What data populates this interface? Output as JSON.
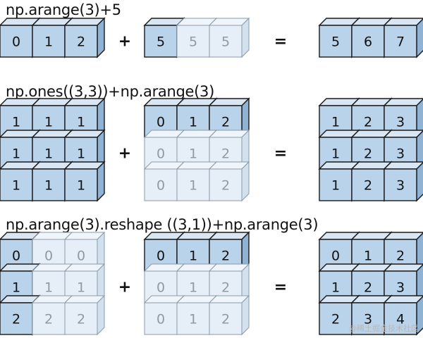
{
  "watermark": "@稀土掘金技术社区",
  "sections": [
    {
      "title": "np.arange(3)+5",
      "operator": "+",
      "equals": "=",
      "left": [
        [
          {
            "v": "0",
            "g": false
          },
          {
            "v": "1",
            "g": false
          },
          {
            "v": "2",
            "g": false
          }
        ]
      ],
      "middle": [
        [
          {
            "v": "5",
            "g": false
          },
          {
            "v": "5",
            "g": true
          },
          {
            "v": "5",
            "g": true
          }
        ]
      ],
      "result": [
        [
          {
            "v": "5",
            "g": false
          },
          {
            "v": "6",
            "g": false
          },
          {
            "v": "7",
            "g": false
          }
        ]
      ]
    },
    {
      "title": "np.ones((3,3))+np.arange(3)",
      "operator": "+",
      "equals": "=",
      "left": [
        [
          {
            "v": "1",
            "g": false
          },
          {
            "v": "1",
            "g": false
          },
          {
            "v": "1",
            "g": false
          }
        ],
        [
          {
            "v": "1",
            "g": false
          },
          {
            "v": "1",
            "g": false
          },
          {
            "v": "1",
            "g": false
          }
        ],
        [
          {
            "v": "1",
            "g": false
          },
          {
            "v": "1",
            "g": false
          },
          {
            "v": "1",
            "g": false
          }
        ]
      ],
      "middle": [
        [
          {
            "v": "0",
            "g": false
          },
          {
            "v": "1",
            "g": false
          },
          {
            "v": "2",
            "g": false
          }
        ],
        [
          {
            "v": "0",
            "g": true
          },
          {
            "v": "1",
            "g": true
          },
          {
            "v": "2",
            "g": true
          }
        ],
        [
          {
            "v": "0",
            "g": true
          },
          {
            "v": "1",
            "g": true
          },
          {
            "v": "2",
            "g": true
          }
        ]
      ],
      "result": [
        [
          {
            "v": "1",
            "g": false
          },
          {
            "v": "2",
            "g": false
          },
          {
            "v": "3",
            "g": false
          }
        ],
        [
          {
            "v": "1",
            "g": false
          },
          {
            "v": "2",
            "g": false
          },
          {
            "v": "3",
            "g": false
          }
        ],
        [
          {
            "v": "1",
            "g": false
          },
          {
            "v": "2",
            "g": false
          },
          {
            "v": "3",
            "g": false
          }
        ]
      ]
    },
    {
      "title": "np.arange(3).reshape ((3,1))+np.arange(3)",
      "operator": "+",
      "equals": "=",
      "left": [
        [
          {
            "v": "0",
            "g": false
          },
          {
            "v": "0",
            "g": true
          },
          {
            "v": "0",
            "g": true
          }
        ],
        [
          {
            "v": "1",
            "g": false
          },
          {
            "v": "1",
            "g": true
          },
          {
            "v": "1",
            "g": true
          }
        ],
        [
          {
            "v": "2",
            "g": false
          },
          {
            "v": "2",
            "g": true
          },
          {
            "v": "2",
            "g": true
          }
        ]
      ],
      "middle": [
        [
          {
            "v": "0",
            "g": false
          },
          {
            "v": "1",
            "g": false
          },
          {
            "v": "2",
            "g": false
          }
        ],
        [
          {
            "v": "0",
            "g": true
          },
          {
            "v": "1",
            "g": true
          },
          {
            "v": "2",
            "g": true
          }
        ],
        [
          {
            "v": "0",
            "g": true
          },
          {
            "v": "1",
            "g": true
          },
          {
            "v": "2",
            "g": true
          }
        ]
      ],
      "result": [
        [
          {
            "v": "0",
            "g": false
          },
          {
            "v": "1",
            "g": false
          },
          {
            "v": "2",
            "g": false
          }
        ],
        [
          {
            "v": "1",
            "g": false
          },
          {
            "v": "2",
            "g": false
          },
          {
            "v": "3",
            "g": false
          }
        ],
        [
          {
            "v": "2",
            "g": false
          },
          {
            "v": "3",
            "g": false
          },
          {
            "v": "4",
            "g": false
          }
        ]
      ]
    }
  ],
  "colors": {
    "solid_front": "#b9d3ea",
    "solid_top": "#d9e7f4",
    "solid_side": "#8eb3d5",
    "solid_stroke": "#1a1a1a",
    "ghost_front": "#e6eff8",
    "ghost_top": "#eff5fb",
    "ghost_side": "#d3e1ee",
    "ghost_stroke": "#8a9aa8",
    "solid_text": "#111111",
    "ghost_text": "#8f9aa4"
  }
}
